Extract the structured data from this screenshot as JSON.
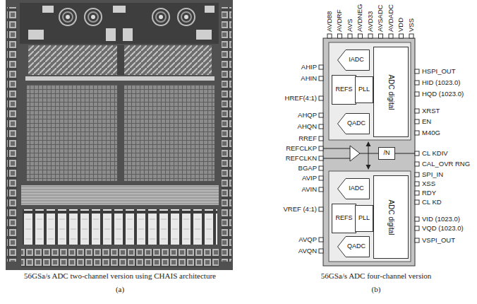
{
  "diagram": {
    "nodes": [
      {
        "text": [
          "IADC"
        ]
      },
      {
        "text": [
          "REFS"
        ]
      },
      {
        "text": [
          "PLL"
        ]
      },
      {
        "text": [
          "ADC digital"
        ]
      },
      {
        "text": [
          "QADC"
        ]
      },
      {
        "text": [
          "/N"
        ]
      },
      {
        "text": [
          "IADC"
        ]
      },
      {
        "text": [
          "REFS"
        ]
      },
      {
        "text": [
          "PLL"
        ]
      },
      {
        "text": [
          "ADC digital"
        ]
      },
      {
        "text": [
          "QADC"
        ]
      }
    ],
    "labels": [
      "AVD88",
      "AVDRF",
      "AVS",
      "AVDNEG",
      "AVD33",
      "AVSADC",
      "AVDADC",
      "VDD",
      "VSS",
      "AHIP",
      "AHIN",
      "HREF(4:1)",
      "AHQP",
      "AHQN",
      "RREF",
      "REFCLKP",
      "REFCLKN",
      "BGAP",
      "AVIP",
      "AVIN",
      "VREF (4:1)",
      "AVQP",
      "AVQN",
      "HSPI_OUT",
      "HID (1023.0)",
      "HQD (1023.0)",
      "XRST",
      "EN",
      "M40G",
      "CL KDIV",
      "CAL_OVR RNG",
      "SPI_IN",
      "XSS",
      "RDY",
      "CL KD",
      "VID (1023.0)",
      "VQD (1023.0)",
      "VSPI_OUT",
      "56GSa/s ADC two-channel version using CHAIS architecture",
      "(a)",
      "56GSa/s ADC four-channel version",
      "(b)"
    ]
  }
}
